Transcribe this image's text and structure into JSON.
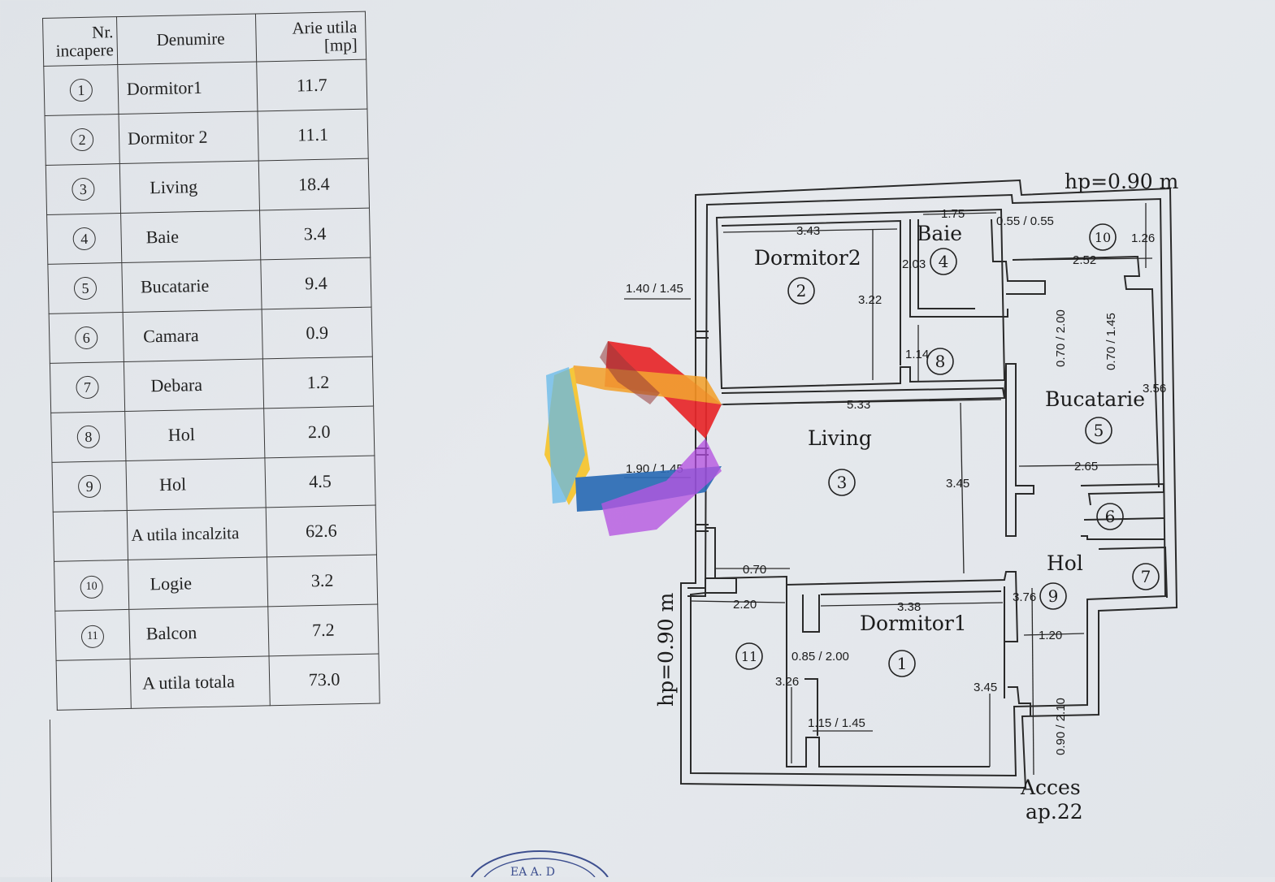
{
  "table": {
    "header": {
      "nr": "Nr.",
      "incapere": "incapere",
      "denumire": "Denumire",
      "arie": "Arie utila",
      "unit": "[mp]"
    },
    "rows": [
      {
        "nr": "1",
        "name": "Dormitor1",
        "area": "11.7"
      },
      {
        "nr": "2",
        "name": "Dormitor 2",
        "area": "11.1"
      },
      {
        "nr": "3",
        "name": "Living",
        "area": "18.4"
      },
      {
        "nr": "4",
        "name": "Baie",
        "area": "3.4"
      },
      {
        "nr": "5",
        "name": "Bucatarie",
        "area": "9.4"
      },
      {
        "nr": "6",
        "name": "Camara",
        "area": "0.9"
      },
      {
        "nr": "7",
        "name": "Debara",
        "area": "1.2"
      },
      {
        "nr": "8",
        "name": "Hol",
        "area": "2.0"
      },
      {
        "nr": "9",
        "name": "Hol",
        "area": "4.5"
      },
      {
        "nr": "",
        "name": "A utila incalzita",
        "area": "62.6"
      },
      {
        "nr": "10",
        "name": "Logie",
        "area": "3.2"
      },
      {
        "nr": "11",
        "name": "Balcon",
        "area": "7.2"
      },
      {
        "nr": "",
        "name": "A utila totala",
        "area": "73.0"
      }
    ]
  },
  "plan": {
    "rooms": {
      "dormitor2": "Dormitor2",
      "baie": "Baie",
      "living": "Living",
      "bucatarie": "Bucatarie",
      "hol": "Hol",
      "dormitor1": "Dormitor1"
    },
    "numbers": [
      "1",
      "2",
      "3",
      "4",
      "5",
      "6",
      "7",
      "8",
      "9",
      "10",
      "11"
    ],
    "hp_top": "hp=0.90 m",
    "hp_left": "hp=0.90 m",
    "acces": "Acces",
    "apartment": "ap.22",
    "dims": {
      "d343": "3.43",
      "d175": "1.75",
      "d055": "0.55 / 0.55",
      "d126": "1.26",
      "d252": "2.52",
      "d203": "2.03",
      "d322": "3.22",
      "d140": "1.40 / 1.45",
      "d114": "1.14",
      "d070_200": "0.70 / 2.00",
      "d070_145": "0.70 / 1.45",
      "d533": "5.33",
      "d356": "3.56",
      "d265": "2.65",
      "d190": "1.90 / 1.45",
      "d345a": "3.45",
      "d070": "0.70",
      "d376": "3.76",
      "d220": "2.20",
      "d338": "3.38",
      "d120": "1.20",
      "d085": "0.85 / 2.00",
      "d326": "3.26",
      "d345b": "3.45",
      "d115": "1.15 / 1.45",
      "d090_210": "0.90 / 2.10"
    },
    "stamp_text": "EA A. D"
  },
  "colors": {
    "logo_red": "#e8272a",
    "logo_orange": "#f39c22",
    "logo_yellow": "#f7c52c",
    "logo_blue": "#2b6cb5",
    "logo_sky": "#5ab4e8",
    "logo_purple": "#b14be0"
  }
}
